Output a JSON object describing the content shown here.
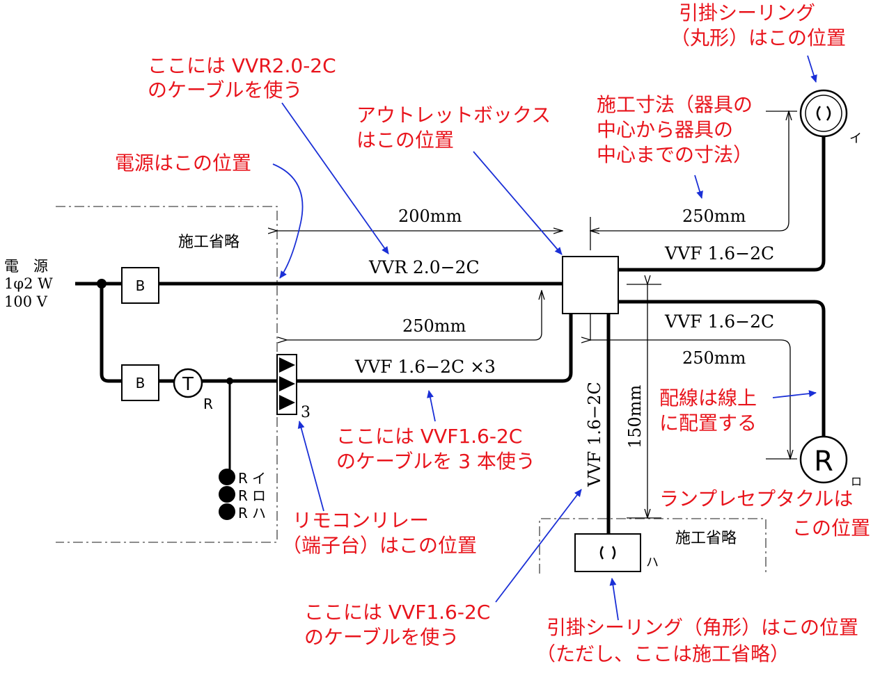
{
  "colors": {
    "annotation": "#e8141c",
    "arrow": "#1a2fd6",
    "wire": "#000000"
  },
  "labels": {
    "power_src": [
      "電　源",
      "1φ2 W",
      "100 V"
    ],
    "omit_left": "施工省略",
    "omit_bottom": "施工省略",
    "breaker": "B",
    "timer": "T",
    "timer_sub": "R",
    "terminal_count": "3",
    "relay_r1": "R",
    "relay_r1_k": "イ",
    "relay_r2": "R",
    "relay_r2_k": "ロ",
    "relay_r3": "R",
    "relay_r3_k": "ハ",
    "lamp_r": "R",
    "mark_i": "イ",
    "mark_ro": "ロ",
    "mark_ha": "ハ"
  },
  "cables": {
    "main": "VVR 2.0−2C",
    "remote": "VVF 1.6−2C ×3",
    "top_right": "VVF 1.6−2C",
    "mid_right": "VVF 1.6−2C",
    "down": "VVF 1.6−2C"
  },
  "dims": {
    "d200": "200mm",
    "d250_top": "250mm",
    "d250_left": "250mm",
    "d250_right": "250mm",
    "d150": "150mm"
  },
  "annotations": {
    "vvr": [
      "ここには VVR2.0-2C",
      "のケーブルを使う"
    ],
    "power": "電源はこの位置",
    "outlet": [
      "アウトレットボックス",
      "はこの位置"
    ],
    "dim_note": [
      "施工寸法（器具の",
      "中心から器具の",
      "中心までの寸法）"
    ],
    "ceiling_round": [
      "引掛シーリング",
      "（丸形）はこの位置"
    ],
    "wire_on_line": [
      "配線は線上",
      "に配置する"
    ],
    "remote_cable": [
      "ここには VVF1.6-2C",
      "のケーブルを 3 本使う"
    ],
    "relay": [
      "リモコンリレー",
      "（端子台）はこの位置"
    ],
    "lamp": [
      "ランプレセプタクルは",
      "この位置"
    ],
    "vvf_down": [
      "ここには VVF1.6-2C",
      "のケーブルを使う"
    ],
    "ceiling_square": [
      "引掛シーリング（角形）はこの位置",
      "（ただし、ここは施工省略）"
    ]
  }
}
